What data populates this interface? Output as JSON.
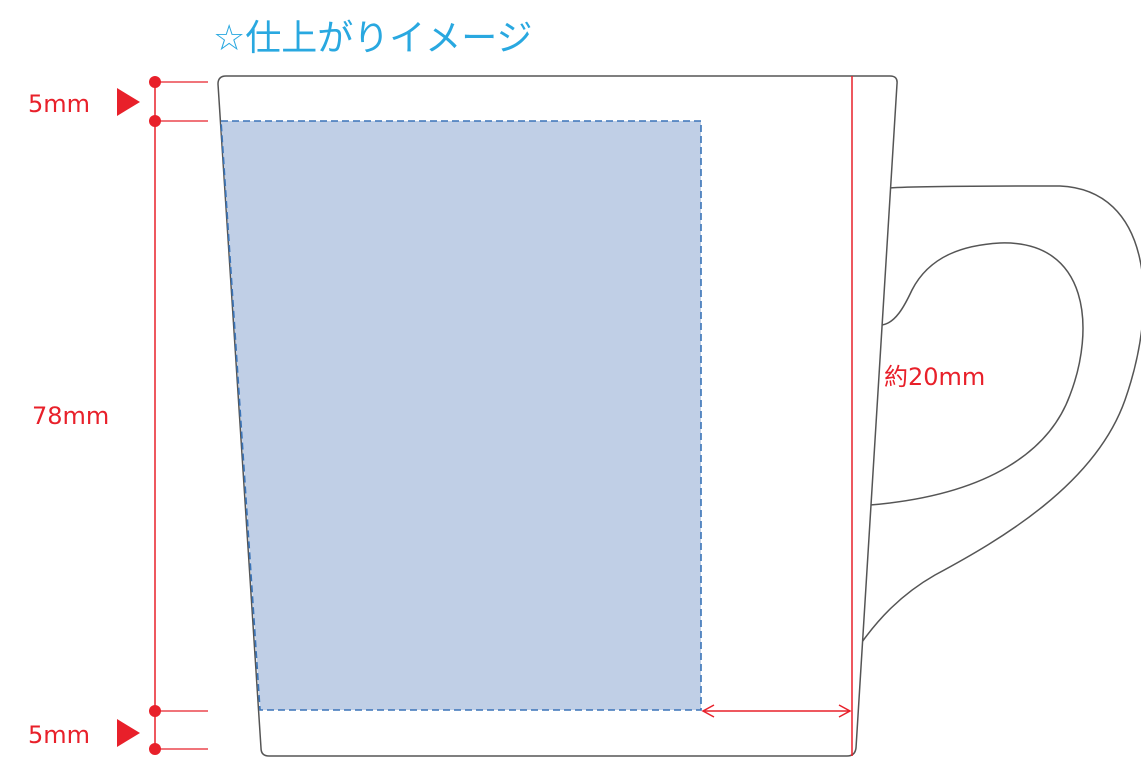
{
  "title": "☆仕上がりイメージ",
  "labels": {
    "top_margin": "5mm",
    "print_height": "78mm",
    "bottom_margin": "5mm",
    "right_clearance": "約20mm"
  },
  "colors": {
    "title": "#29a8e0",
    "dimension": "#e8202a",
    "print_area_fill": "#c0cfe6",
    "print_area_border": "#3a74b8",
    "mug_outline": "#555555"
  }
}
